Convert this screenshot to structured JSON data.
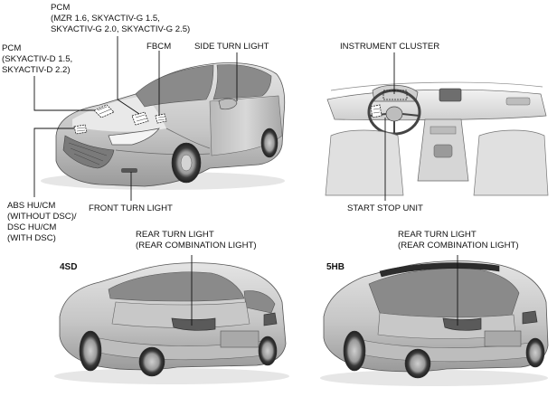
{
  "labels": {
    "pcm_gasoline": [
      "PCM",
      "(MZR 1.6, SKYACTIV-G 1.5,",
      "SKYACTIV-G 2.0, SKYACTIV-G 2.5)"
    ],
    "pcm_diesel": [
      "PCM",
      "(SKYACTIV-D 1.5,",
      "SKYACTIV-D 2.2)"
    ],
    "fbcm": "FBCM",
    "side_turn_light": "SIDE TURN LIGHT",
    "abs_hu_cm": [
      "ABS HU/CM",
      "(WITHOUT DSC)/",
      "DSC HU/CM",
      "(WITH DSC)"
    ],
    "front_turn_light": "FRONT TURN LIGHT",
    "instrument_cluster": "INSTRUMENT CLUSTER",
    "start_stop_unit": "START STOP UNIT",
    "rear_turn_light_4sd": [
      "REAR TURN LIGHT",
      "(REAR COMBINATION LIGHT)"
    ],
    "rear_turn_light_5hb": [
      "REAR TURN LIGHT",
      "(REAR COMBINATION LIGHT)"
    ],
    "variant_4sd": "4SD",
    "variant_5hb": "5HB"
  },
  "colors": {
    "body_light": "#d9d9d9",
    "body_mid": "#bdbdbd",
    "body_dark": "#8c8c8c",
    "leader": "#111111"
  }
}
